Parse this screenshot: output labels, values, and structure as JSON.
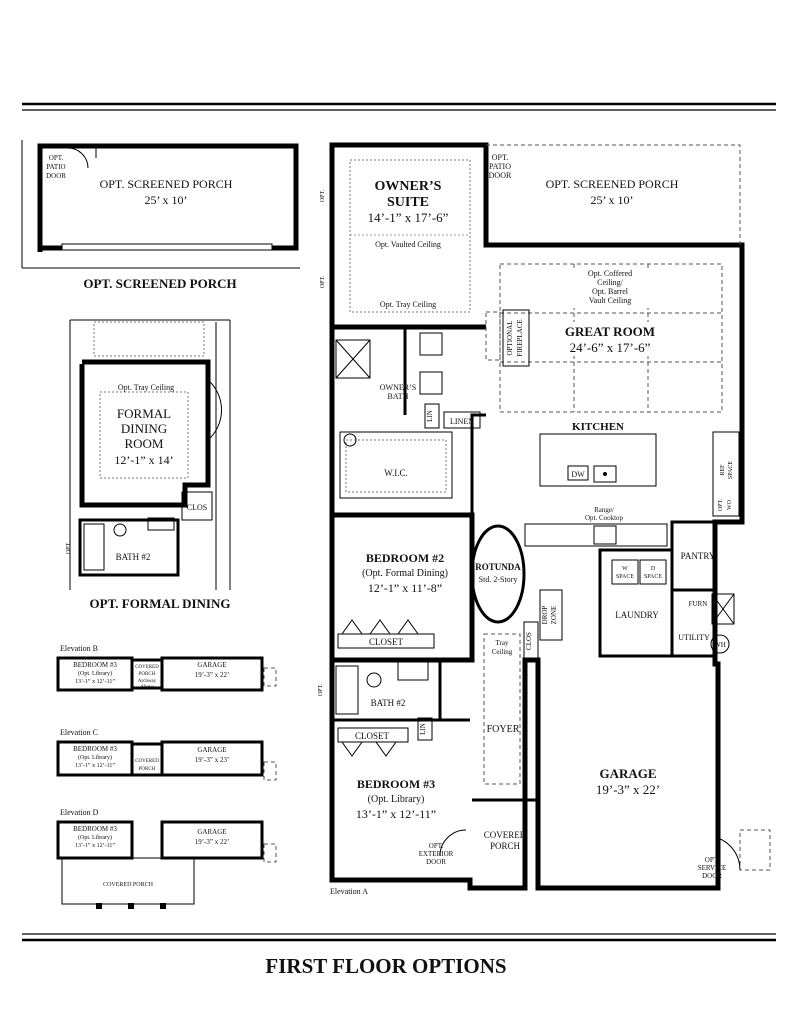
{
  "footer": {
    "title": "FIRST FLOOR OPTIONS"
  },
  "screened_porch_option": {
    "caption": "OPT. SCREENED PORCH",
    "room_name": "OPT. SCREENED PORCH",
    "room_dims": "25’ x 10’",
    "door_line1": "OPT.",
    "door_line2": "PATIO",
    "door_line3": "DOOR"
  },
  "formal_dining_option": {
    "caption": "OPT. FORMAL DINING",
    "ceiling": "Opt. Tray Ceiling",
    "room_line1": "FORMAL",
    "room_line2": "DINING",
    "room_line3": "ROOM",
    "room_dims": "12’-1” x 14’",
    "clos": "CLOS",
    "bath": "BATH #2",
    "opt": "OPT."
  },
  "elevations": [
    {
      "label": "Elevation B",
      "bedroom": "BEDROOM #3",
      "library": "(Opt. Library)",
      "bedroom_dims": "13’-1” x 12’-11”",
      "porch1": "COVERED",
      "porch2": "PORCH",
      "arch1": "Archway",
      "arch2": "Above",
      "garage": "GARAGE",
      "garage_dims": "19’-3” x 22’"
    },
    {
      "label": "Elevation C",
      "bedroom": "BEDROOM #3",
      "library": "(Opt. Library)",
      "bedroom_dims": "13’-1” x 12’-11”",
      "porch1": "COVERED",
      "porch2": "PORCH",
      "garage": "GARAGE",
      "garage_dims": "19’-3” x 23’"
    },
    {
      "label": "Elevation D",
      "bedroom": "BEDROOM #3",
      "library": "(Opt. Library)",
      "bedroom_dims": "13’-1” x 12’-11”",
      "porch": "COVERED PORCH",
      "garage": "GARAGE",
      "garage_dims": "19’-3” x 22’"
    }
  ],
  "main_plan": {
    "elevation_label": "Elevation A",
    "owners_suite": {
      "line1": "OWNER’S",
      "line2": "SUITE",
      "dims": "14’-1” x 17’-6”",
      "vaulted": "Opt. Vaulted Ceiling",
      "tray": "Opt. Tray Ceiling",
      "opt": "OPT."
    },
    "patio_door": {
      "line1": "OPT.",
      "line2": "PATIO",
      "line3": "DOOR"
    },
    "screened_porch": {
      "name": "OPT. SCREENED PORCH",
      "dims": "25’ x 10’"
    },
    "great_room": {
      "name": "GREAT ROOM",
      "dims": "24’-6” x 17’-6”",
      "ceiling1": "Opt. Coffered",
      "ceiling2": "Ceiling/",
      "ceiling3": "Opt. Barrel",
      "ceiling4": "Vault Ceiling",
      "fireplace1": "OPTIONAL",
      "fireplace2": "FIREPLACE"
    },
    "owners_bath": {
      "line1": "OWNER’S",
      "line2": "BATH"
    },
    "lin": "LIN",
    "linen": "LINEN",
    "wic": "W.I.C.",
    "kitchen": {
      "name": "KITCHEN",
      "dw": "DW",
      "ref1": "REF",
      "ref2": "SPACE",
      "wo1": "OPT.",
      "wo2": "WO",
      "range1": "Range/",
      "range2": "Opt. Cooktop"
    },
    "bedroom2": {
      "name": "BEDROOM #2",
      "sub": "(Opt. Formal Dining)",
      "dims": "12’-1” x 11’-8”",
      "closet": "CLOSET"
    },
    "rotunda": {
      "name": "ROTUNDA",
      "sub": "Std. 2-Story"
    },
    "pantry": "PANTRY",
    "laundry": {
      "name": "LAUNDRY",
      "w1": "W",
      "w2": "SPACE",
      "d1": "D",
      "d2": "SPACE"
    },
    "drop_zone": {
      "line1": "DROP",
      "line2": "ZONE"
    },
    "furn": "FURN",
    "utility": "UTILITY",
    "wh": "WH",
    "clos": "CLOS",
    "tray_ceiling": {
      "line1": "Tray",
      "line2": "Ceiling"
    },
    "foyer": "FOYER",
    "bath2": {
      "name": "BATH #2",
      "opt": "OPT."
    },
    "lin2": "LIN",
    "closet2": "CLOSET",
    "bedroom3": {
      "name": "BEDROOM #3",
      "sub": "(Opt. Library)",
      "dims": "13’-1” x 12’-11”"
    },
    "exterior_door": {
      "line1": "OPT.",
      "line2": "EXTERIOR",
      "line3": "DOOR"
    },
    "covered_porch": {
      "line1": "COVERED",
      "line2": "PORCH"
    },
    "garage": {
      "name": "GARAGE",
      "dims": "19’-3” x 22’"
    },
    "service_door": {
      "line1": "OPT.",
      "line2": "SERVICE",
      "line3": "DOOR"
    }
  }
}
